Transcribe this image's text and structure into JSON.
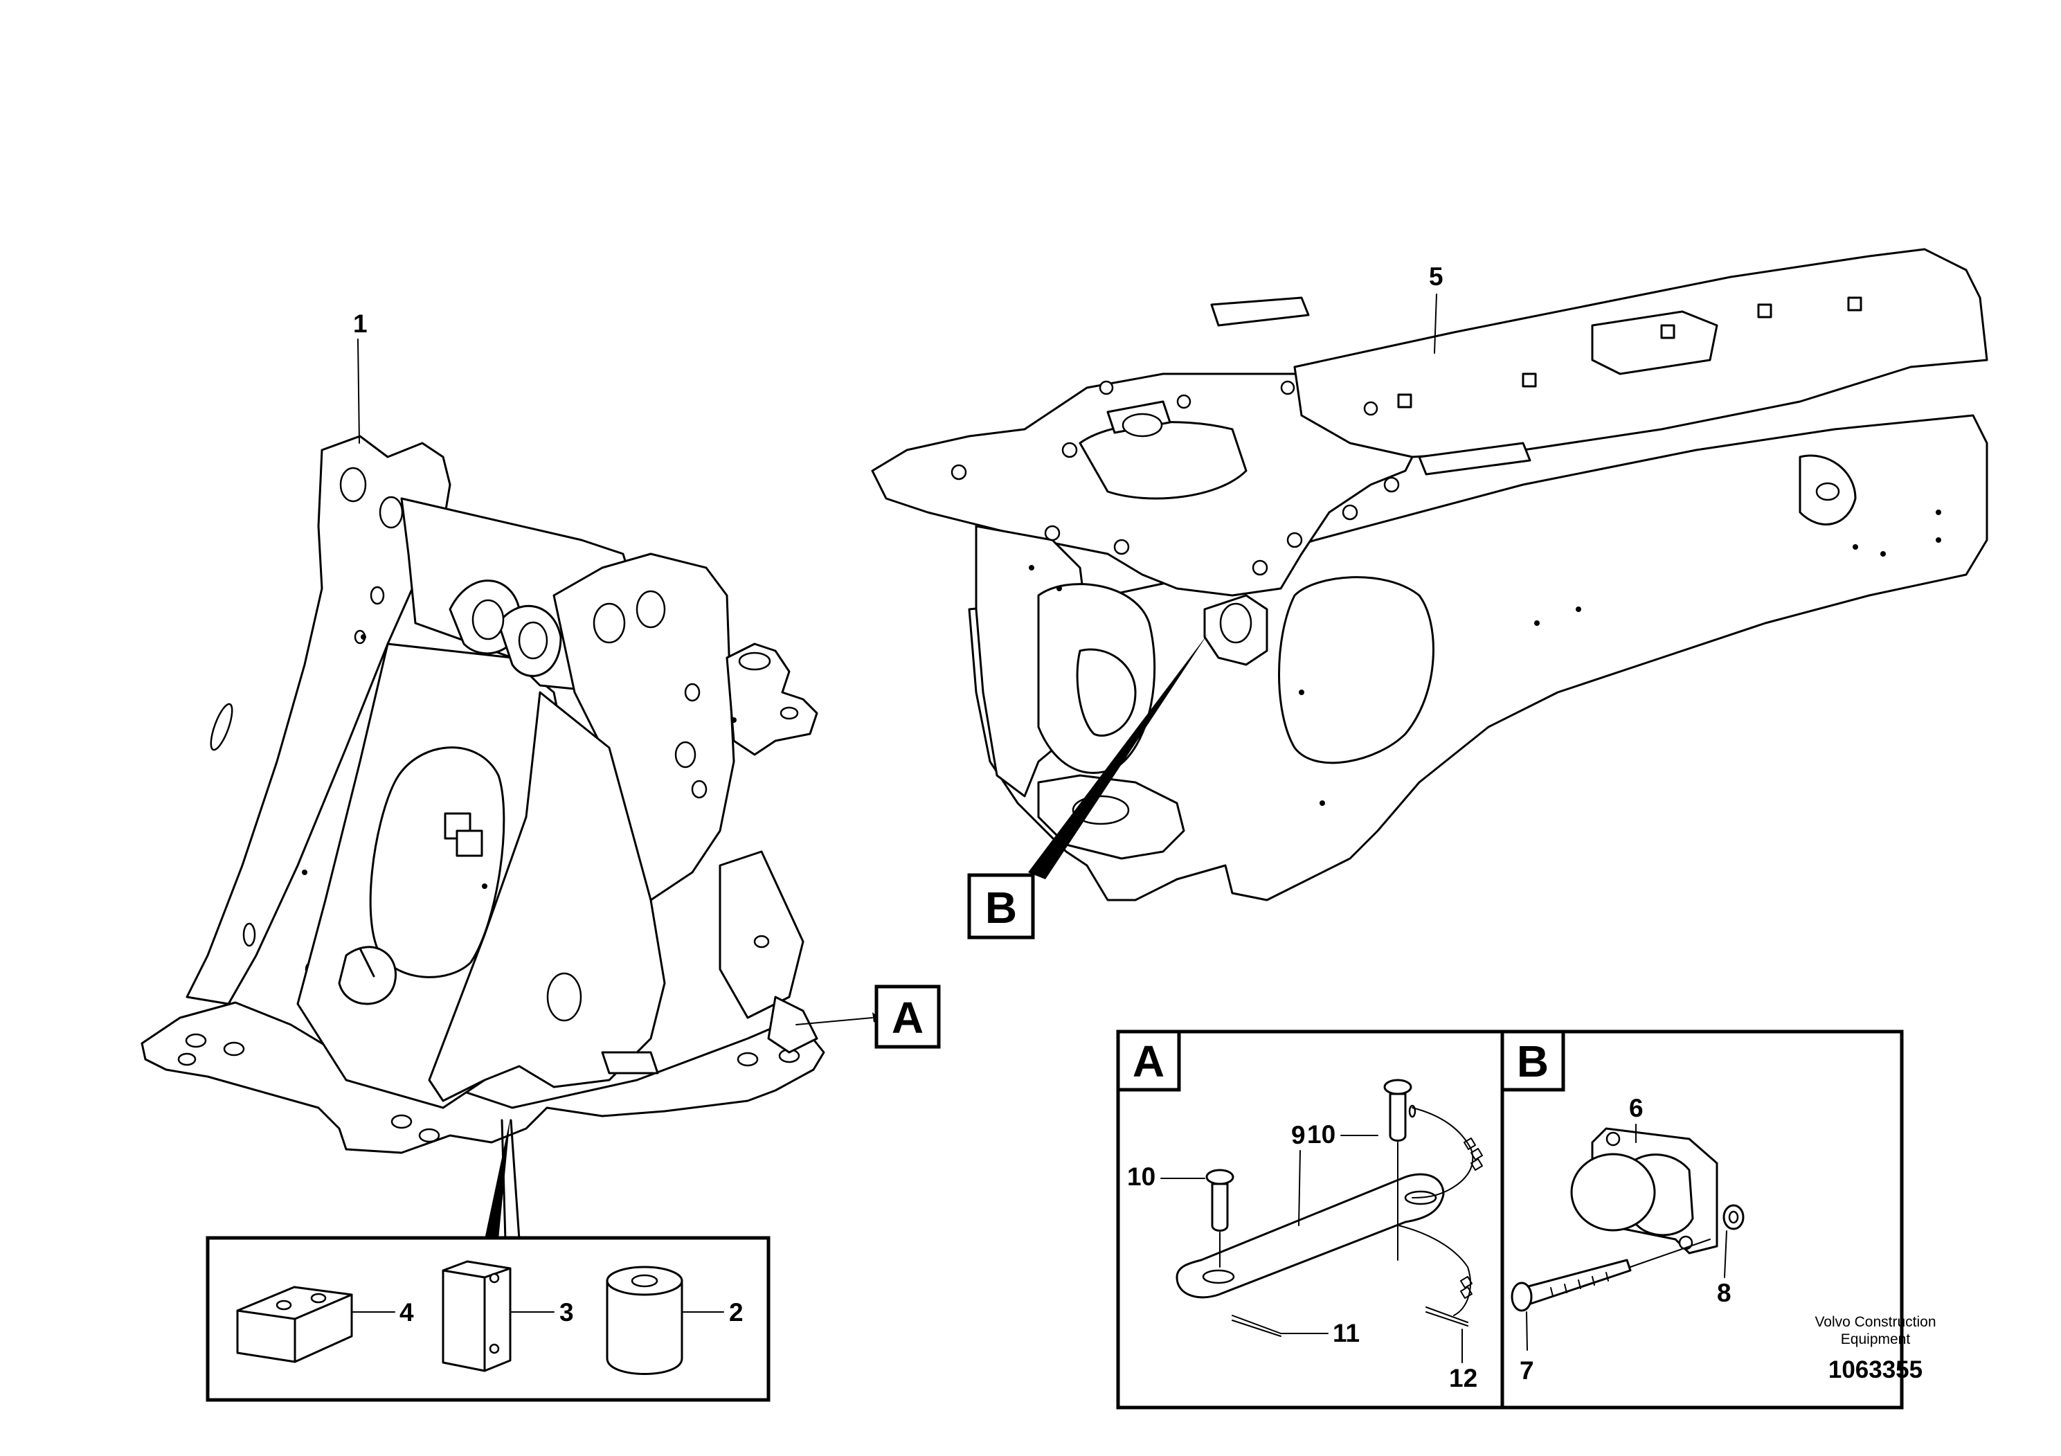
{
  "callouts": {
    "c1": "1",
    "c2": "2",
    "c3": "3",
    "c4": "4",
    "c5": "5",
    "c6": "6",
    "c7": "7",
    "c8": "8",
    "c9": "9",
    "c10a": "10",
    "c10b": "10",
    "c11": "11",
    "c12": "12"
  },
  "detail_refs": {
    "a_ref": "A",
    "b_ref": "B",
    "a_box": "A",
    "b_box": "B"
  },
  "footer": {
    "brand_line1": "Volvo Construction",
    "brand_line2": "Equipment",
    "drawing_number": "1063355"
  }
}
